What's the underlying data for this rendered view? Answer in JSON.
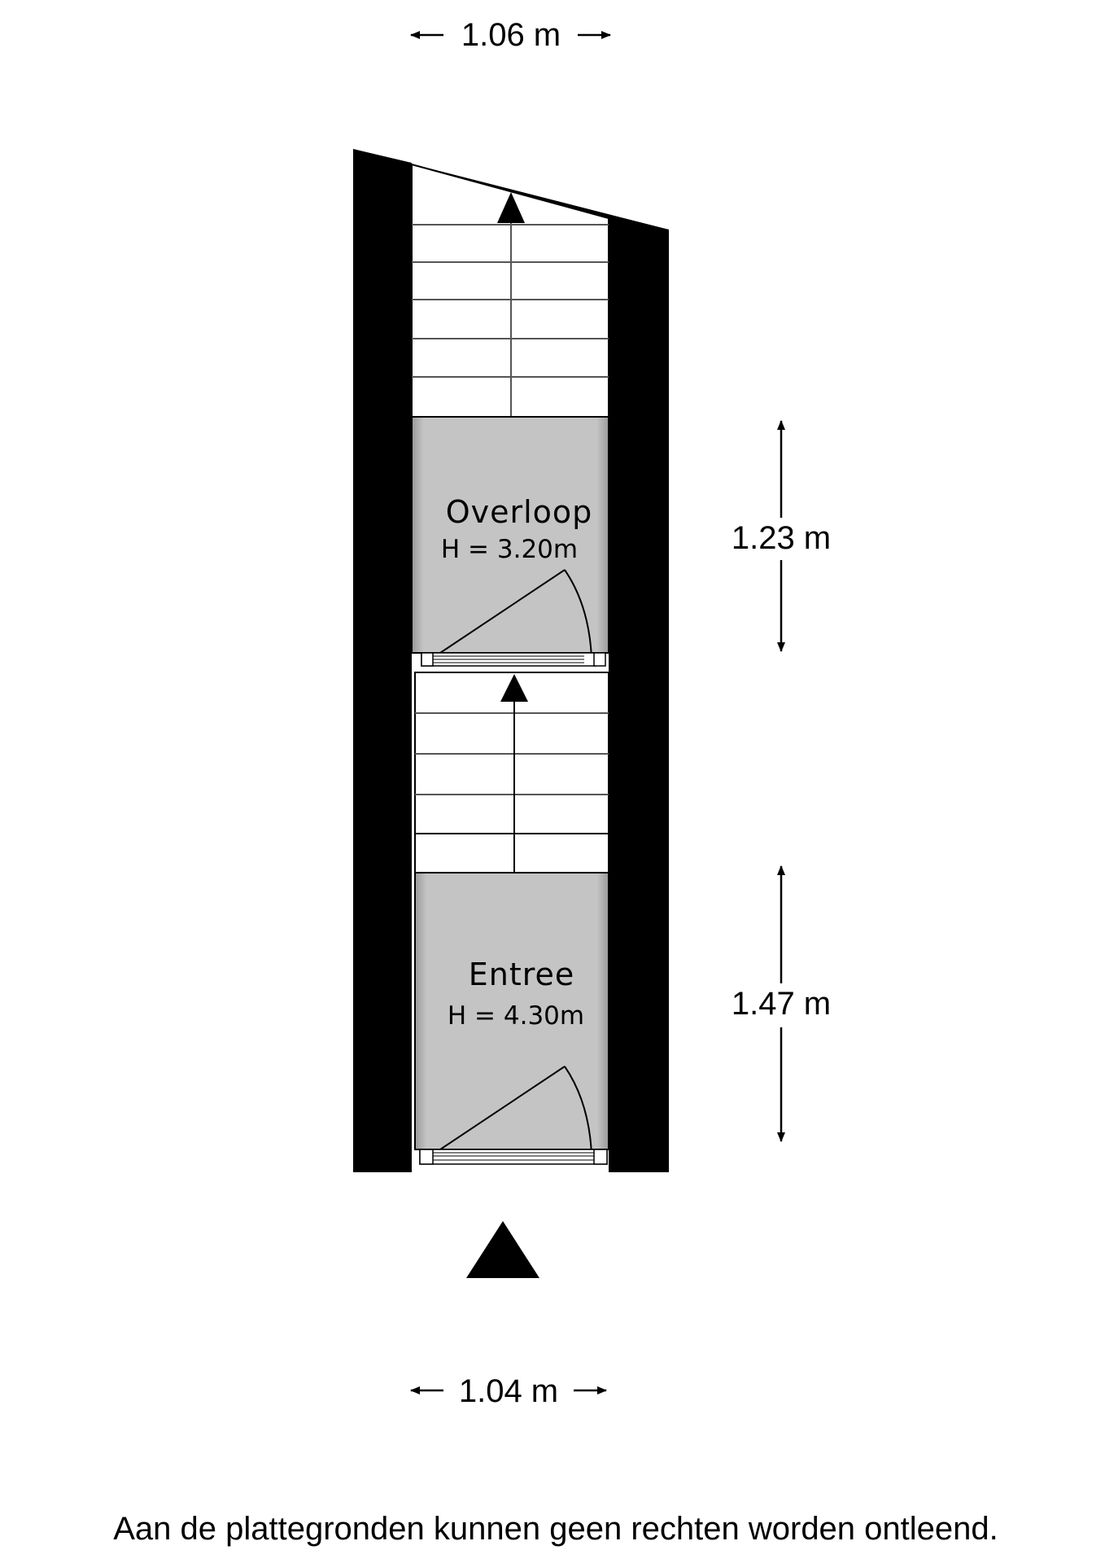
{
  "dimensions": {
    "top_width": "1.06 m",
    "bottom_width": "1.04 m",
    "overloop_depth": "1.23 m",
    "entree_depth": "1.47 m"
  },
  "rooms": [
    {
      "name": "Overloop",
      "height": "H = 3.20m"
    },
    {
      "name": "Entree",
      "height": "H = 4.30m"
    }
  ],
  "entrance_marker_icon": "triangle-up-icon",
  "disclaimer": "Aan de plattegronden kunnen geen rechten worden ontleend.",
  "colors": {
    "wall": "#000000",
    "room_fill": "#c8c8c8",
    "stairs_fill": "#ffffff",
    "background": "#ffffff"
  }
}
